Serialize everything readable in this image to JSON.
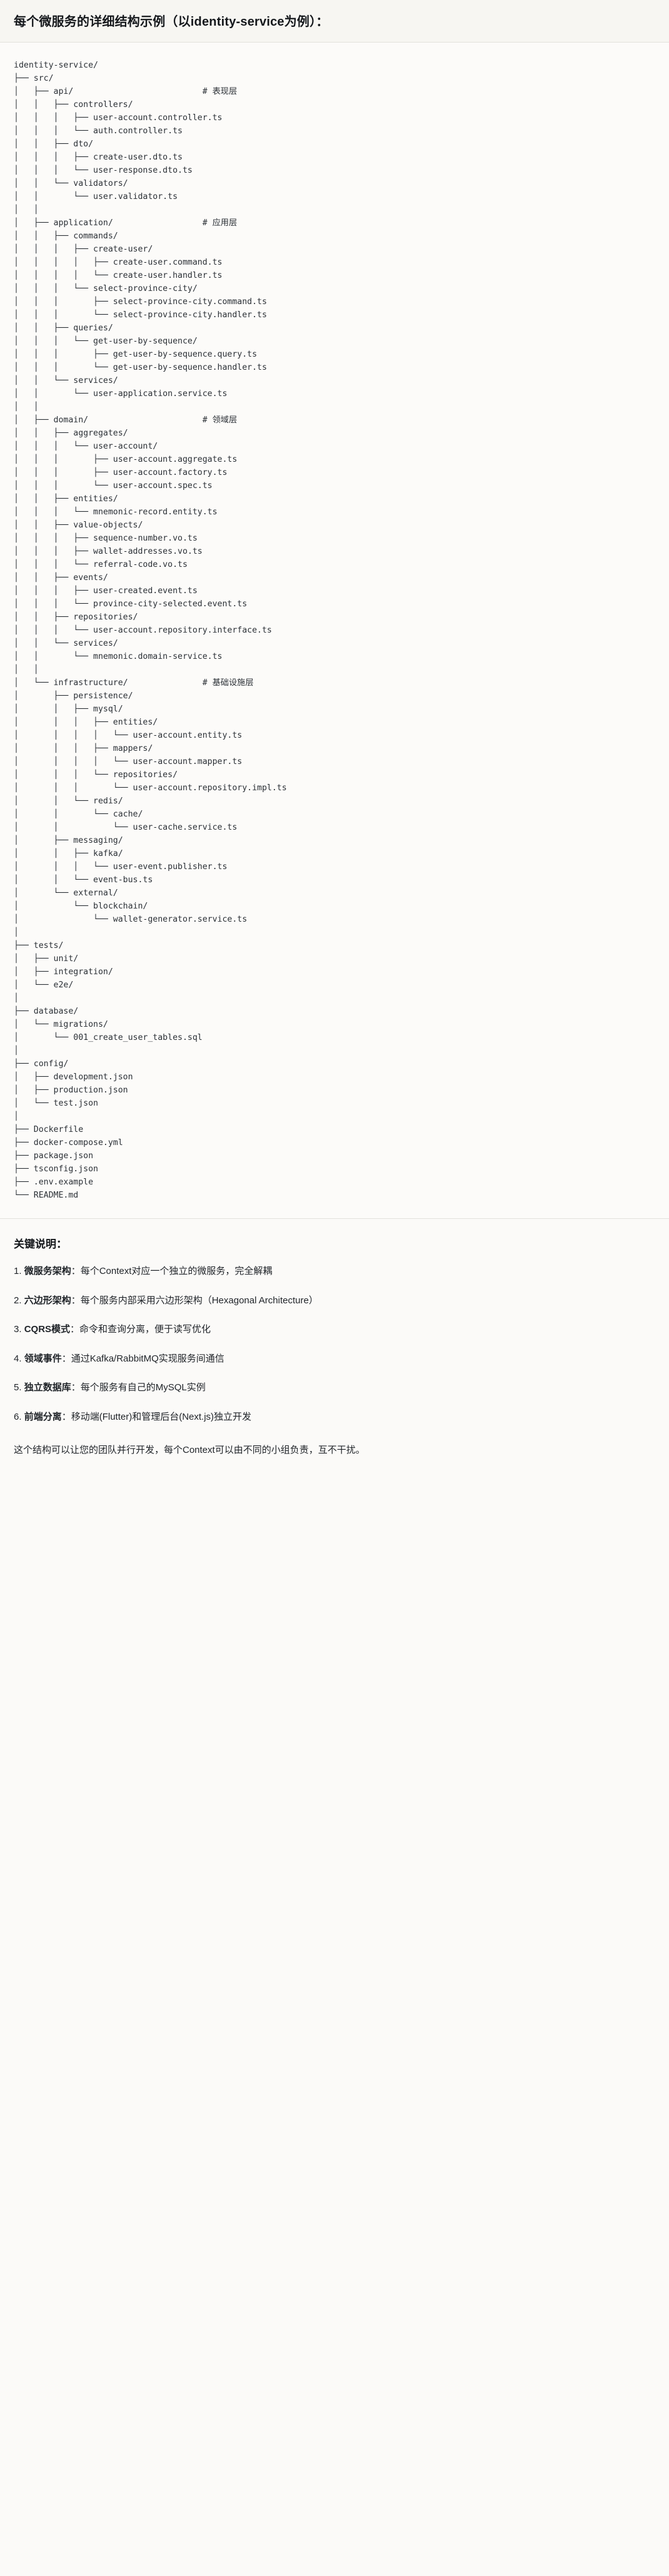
{
  "header": {
    "title": "每个微服务的详细结构示例（以identity-service为例）："
  },
  "tree": {
    "root": "identity-service/",
    "text": "identity-service/\n├── src/\n│   ├── api/                          # 表现层\n│   │   ├── controllers/\n│   │   │   ├── user-account.controller.ts\n│   │   │   └── auth.controller.ts\n│   │   ├── dto/\n│   │   │   ├── create-user.dto.ts\n│   │   │   └── user-response.dto.ts\n│   │   └── validators/\n│   │       └── user.validator.ts\n│   │\n│   ├── application/                  # 应用层\n│   │   ├── commands/\n│   │   │   ├── create-user/\n│   │   │   │   ├── create-user.command.ts\n│   │   │   │   └── create-user.handler.ts\n│   │   │   └── select-province-city/\n│   │   │       ├── select-province-city.command.ts\n│   │   │       └── select-province-city.handler.ts\n│   │   ├── queries/\n│   │   │   └── get-user-by-sequence/\n│   │   │       ├── get-user-by-sequence.query.ts\n│   │   │       └── get-user-by-sequence.handler.ts\n│   │   └── services/\n│   │       └── user-application.service.ts\n│   │\n│   ├── domain/                       # 领域层\n│   │   ├── aggregates/\n│   │   │   └── user-account/\n│   │   │       ├── user-account.aggregate.ts\n│   │   │       ├── user-account.factory.ts\n│   │   │       └── user-account.spec.ts\n│   │   ├── entities/\n│   │   │   └── mnemonic-record.entity.ts\n│   │   ├── value-objects/\n│   │   │   ├── sequence-number.vo.ts\n│   │   │   ├── wallet-addresses.vo.ts\n│   │   │   └── referral-code.vo.ts\n│   │   ├── events/\n│   │   │   ├── user-created.event.ts\n│   │   │   └── province-city-selected.event.ts\n│   │   ├── repositories/\n│   │   │   └── user-account.repository.interface.ts\n│   │   └── services/\n│   │       └── mnemonic.domain-service.ts\n│   │\n│   └── infrastructure/               # 基础设施层\n│       ├── persistence/\n│       │   ├── mysql/\n│       │   │   ├── entities/\n│       │   │   │   └── user-account.entity.ts\n│       │   │   ├── mappers/\n│       │   │   │   └── user-account.mapper.ts\n│       │   │   └── repositories/\n│       │   │       └── user-account.repository.impl.ts\n│       │   └── redis/\n│       │       └── cache/\n│       │           └── user-cache.service.ts\n│       ├── messaging/\n│       │   ├── kafka/\n│       │   │   └── user-event.publisher.ts\n│       │   └── event-bus.ts\n│       └── external/\n│           └── blockchain/\n│               └── wallet-generator.service.ts\n│\n├── tests/\n│   ├── unit/\n│   ├── integration/\n│   └── e2e/\n│\n├── database/\n│   └── migrations/\n│       └── 001_create_user_tables.sql\n│\n├── config/\n│   ├── development.json\n│   ├── production.json\n│   └── test.json\n│\n├── Dockerfile\n├── docker-compose.yml\n├── package.json\n├── tsconfig.json\n├── .env.example\n└── README.md",
    "layer_comments": [
      "# 表现层",
      "# 应用层",
      "# 领域层",
      "# 基础设施层"
    ]
  },
  "notes": {
    "title": "关键说明：",
    "items": [
      {
        "num": "1.",
        "term": "微服务架构",
        "desc": "：每个Context对应一个独立的微服务，完全解耦"
      },
      {
        "num": "2.",
        "term": "六边形架构",
        "desc": "：每个服务内部采用六边形架构（Hexagonal Architecture）"
      },
      {
        "num": "3.",
        "term": "CQRS模式",
        "desc": "：命令和查询分离，便于读写优化"
      },
      {
        "num": "4.",
        "term": "领域事件",
        "desc": "：通过Kafka/RabbitMQ实现服务间通信"
      },
      {
        "num": "5.",
        "term": "独立数据库",
        "desc": "：每个服务有自己的MySQL实例"
      },
      {
        "num": "6.",
        "term": "前端分离",
        "desc": "：移动端(Flutter)和管理后台(Next.js)独立开发"
      }
    ],
    "closing": "这个结构可以让您的团队并行开发，每个Context可以由不同的小组负责，互不干扰。"
  }
}
